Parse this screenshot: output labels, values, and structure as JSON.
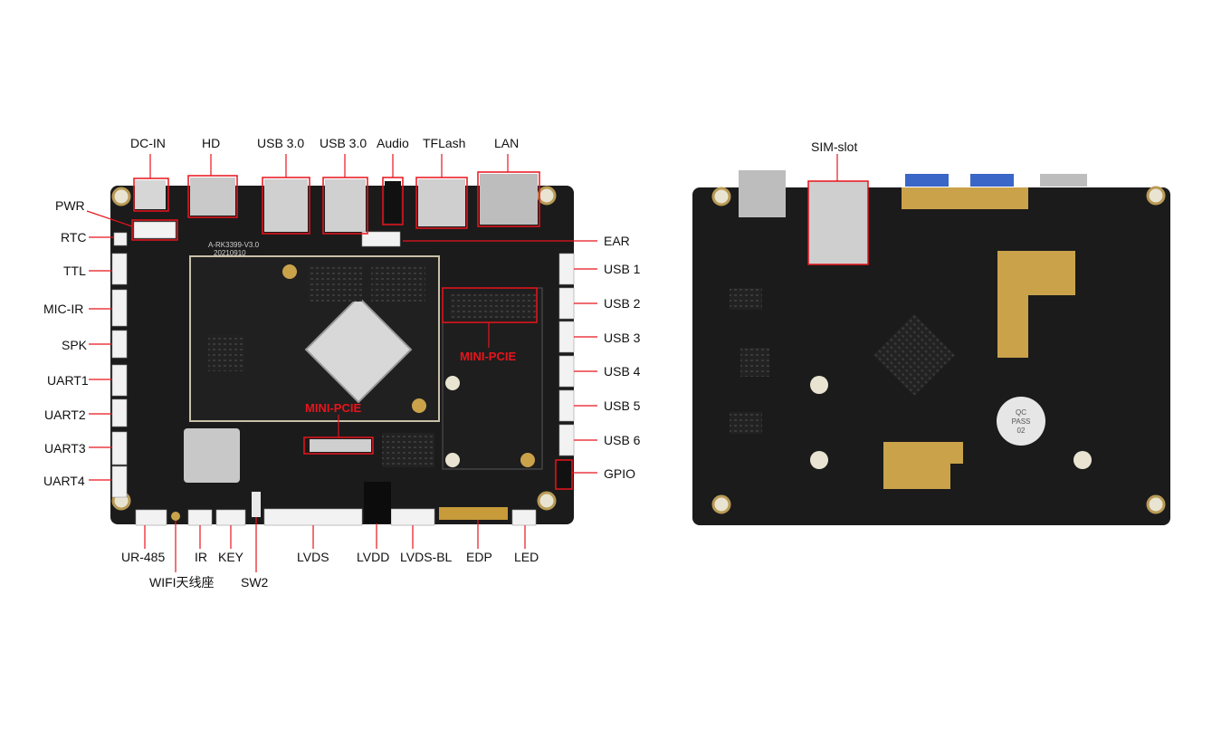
{
  "front_board": {
    "silkscreen": [
      "A-RK3399-V3.0",
      "20210910"
    ],
    "labels": {
      "dc_in": "DC-IN",
      "hd": "HD",
      "usb30_a": "USB 3.0",
      "usb30_b": "USB 3.0",
      "audio": "Audio",
      "tflash": "TFLash",
      "lan": "LAN",
      "pwr": "PWR",
      "rtc": "RTC",
      "ttl": "TTL",
      "mic_ir": "MIC-IR",
      "spk": "SPK",
      "uart1": "UART1",
      "uart2": "UART2",
      "uart3": "UART3",
      "uart4": "UART4",
      "ear": "EAR",
      "usb1": "USB 1",
      "usb2": "USB 2",
      "usb3": "USB 3",
      "usb4": "USB 4",
      "usb5": "USB 5",
      "usb6": "USB 6",
      "gpio": "GPIO",
      "ur485": "UR-485",
      "ir": "IR",
      "key": "KEY",
      "lvds": "LVDS",
      "lvdd": "LVDD",
      "lvds_bl": "LVDS-BL",
      "edp": "EDP",
      "led": "LED",
      "wifi": "WIFI天线座",
      "sw2": "SW2",
      "mini_pcie_1": "MINI-PCIE",
      "mini_pcie_2": "MINI-PCIE"
    }
  },
  "back_board": {
    "labels": {
      "sim_slot": "SIM-slot"
    },
    "qc_sticker": [
      "QC",
      "PASS",
      "02"
    ]
  },
  "colors": {
    "pcb": "#1b1b1b",
    "callout": "#e8141c",
    "gold": "#c9a24a",
    "silver": "#d8d8d8"
  }
}
